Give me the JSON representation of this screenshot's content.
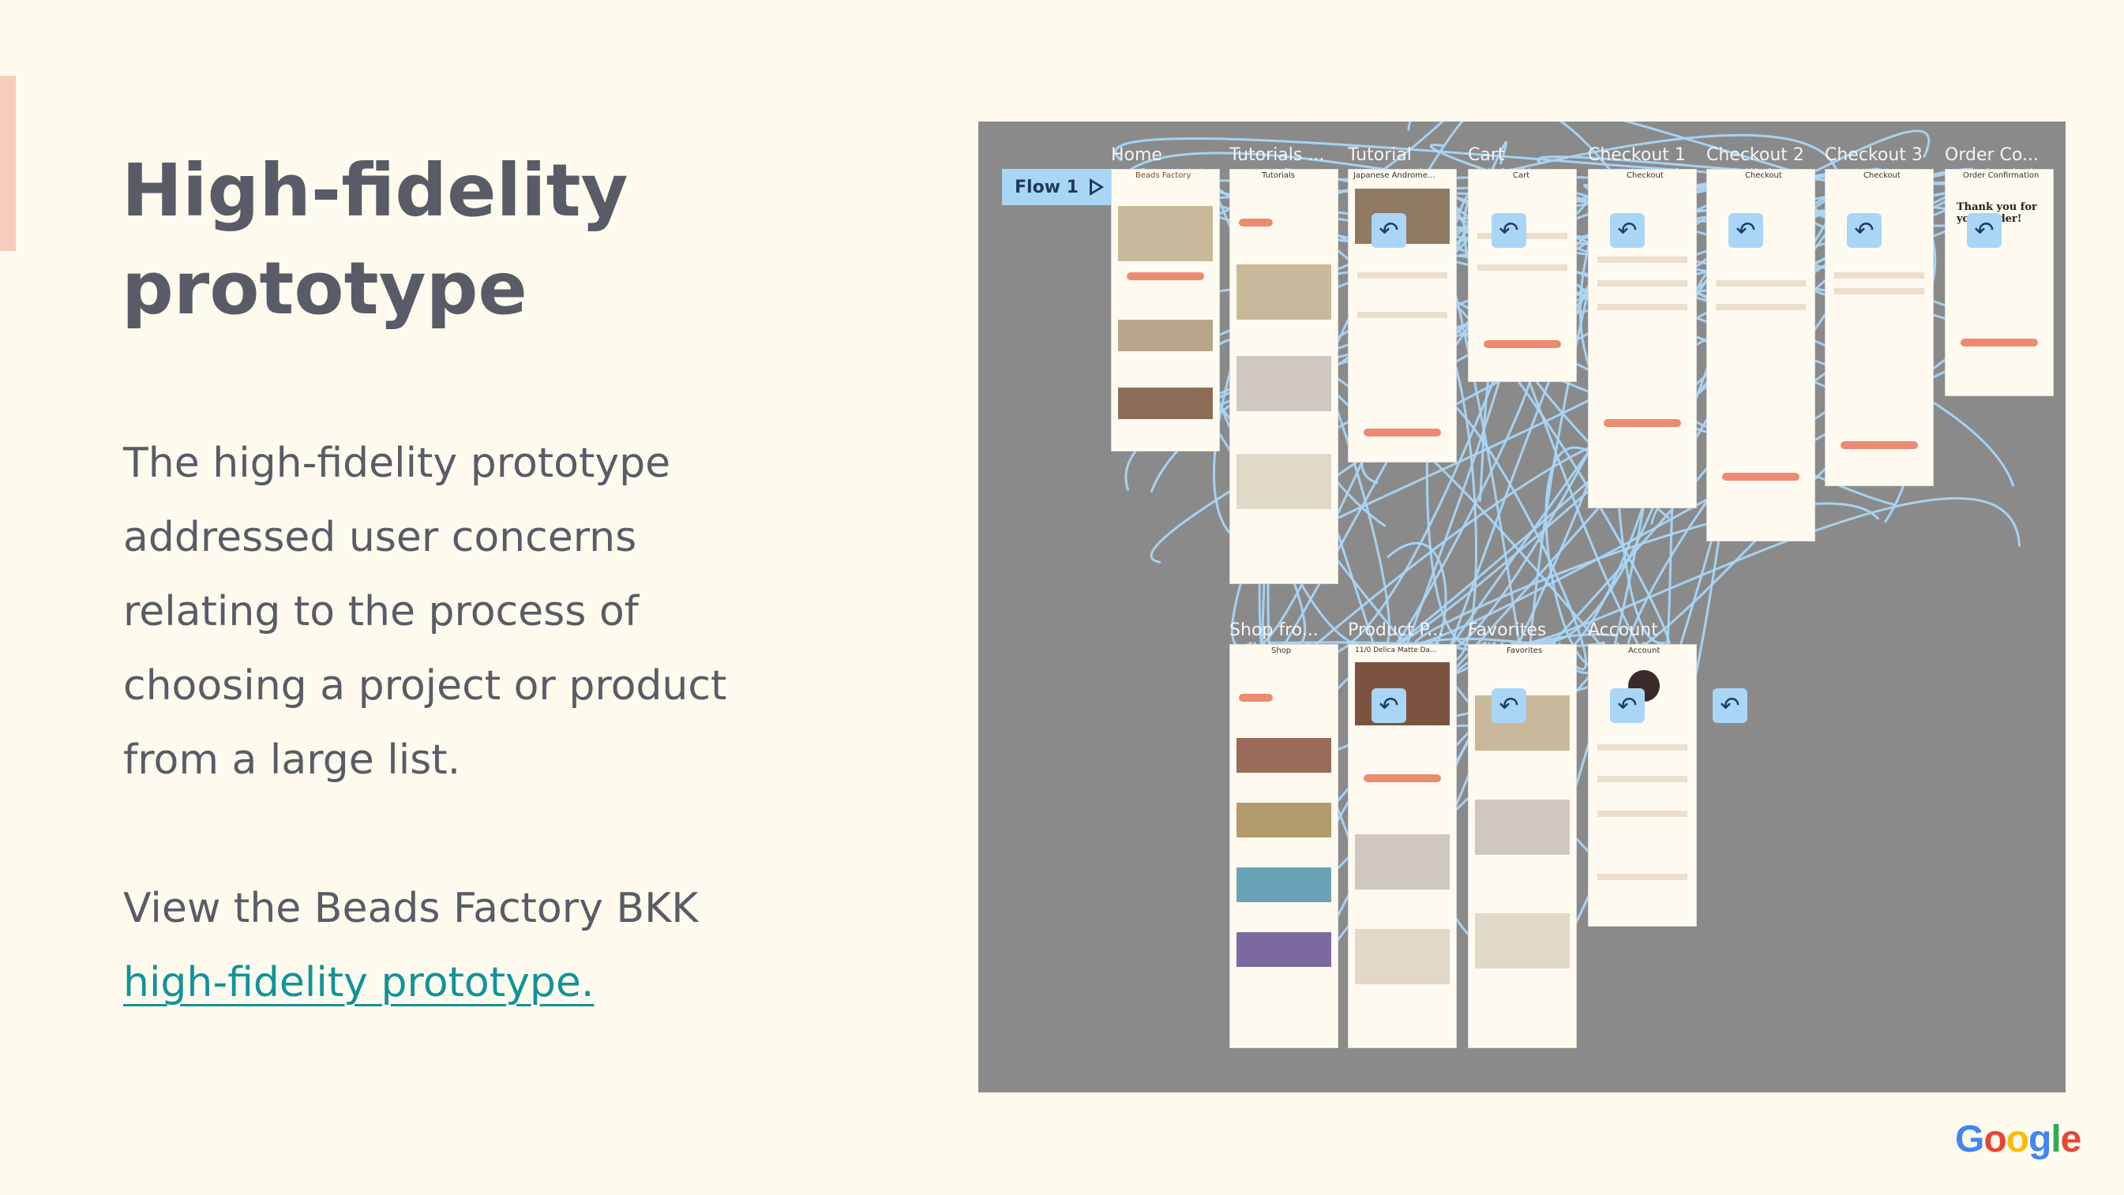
{
  "slide": {
    "title_lines": [
      "High-fidelity",
      "prototype"
    ],
    "body_lines": [
      "The high-fidelity prototype",
      "addressed user concerns",
      "relating to the process of",
      "choosing a project or product",
      "from a large list."
    ],
    "view_line": "View the Beads Factory BKK",
    "link_text": "high-fidelity prototype."
  },
  "prototype": {
    "flow_label": "Flow 1",
    "frames": [
      {
        "label": "Home"
      },
      {
        "label": "Tutorials ..."
      },
      {
        "label": "Tutorial"
      },
      {
        "label": "Cart"
      },
      {
        "label": "Checkout 1"
      },
      {
        "label": "Checkout 2"
      },
      {
        "label": "Checkout 3"
      },
      {
        "label": "Order Co..."
      },
      {
        "label": "Shop fro..."
      },
      {
        "label": "Product P..."
      },
      {
        "label": "Favorites"
      },
      {
        "label": "Account"
      }
    ],
    "frame_headers": [
      "Beads Factory",
      "Tutorials",
      "Japanese Androme...",
      "Cart",
      "Checkout",
      "Checkout",
      "Checkout",
      "Order Confirmation",
      "Shop",
      "11/0 Delica Matte Da...",
      "Favorites",
      "Account"
    ],
    "order_text": "Thank you for your order!"
  },
  "brand": {
    "logo_letters": [
      "G",
      "o",
      "o",
      "g",
      "l",
      "e"
    ],
    "logo_colors": [
      "#4285F4",
      "#EA4335",
      "#FBBC05",
      "#4285F4",
      "#34A853",
      "#EA4335"
    ]
  },
  "colors": {
    "background": "#fefbee",
    "title": "#595c66",
    "link": "#11939a",
    "accent": "#f8cdbd",
    "canvas": "#8a8a8a",
    "connector": "#a9d6f7"
  }
}
